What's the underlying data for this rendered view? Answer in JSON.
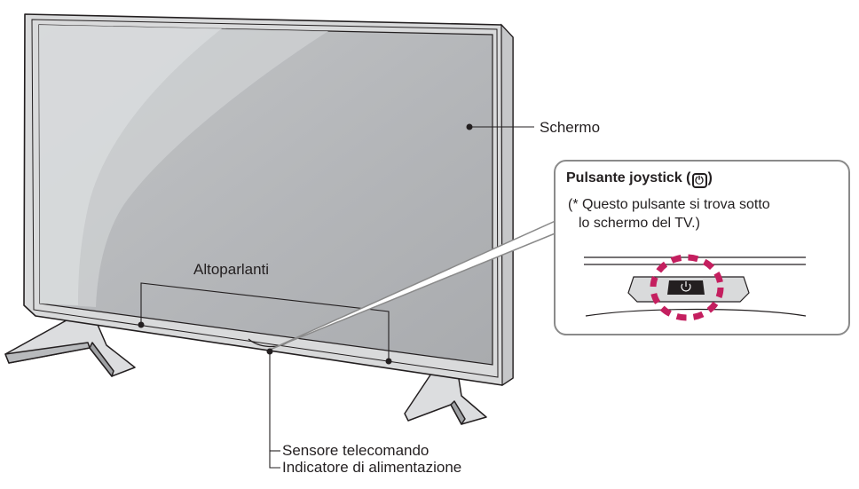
{
  "labels": {
    "screen": "Schermo",
    "speakers": "Altoparlanti",
    "remote_sensor": "Sensore telecomando",
    "power_indicator": "Indicatore di alimentazione"
  },
  "callout": {
    "title_prefix": "Pulsante joystick (",
    "title_suffix": ")",
    "title_icon": "power-icon",
    "note_line1": "(* Questo pulsante si trova sotto",
    "note_line2": "lo schermo del TV.)"
  },
  "colors": {
    "outline": "#231f20",
    "screen_gray": "#b9bbbd",
    "frame_gray": "#d9dadb",
    "highlight_dash": "#c41f5f",
    "callout_border": "#8a8a8a"
  }
}
